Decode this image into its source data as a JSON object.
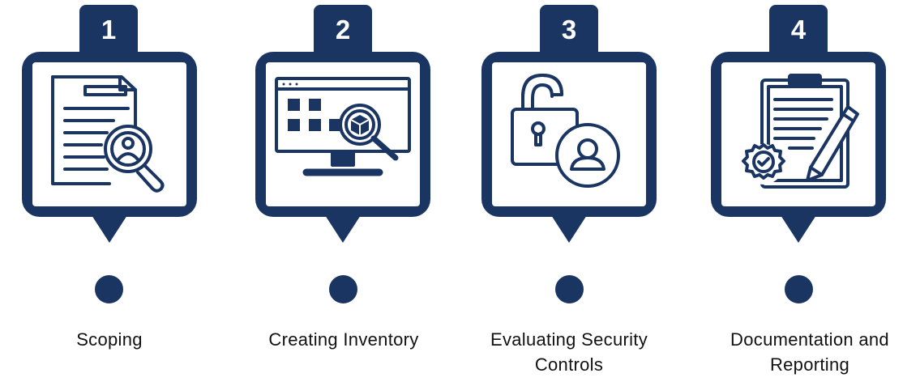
{
  "steps": [
    {
      "number": "1",
      "label": "Scoping",
      "icon": "document-search-user-icon"
    },
    {
      "number": "2",
      "label": "Creating Inventory",
      "icon": "monitor-inventory-search-icon"
    },
    {
      "number": "3",
      "label": "Evaluating Security Controls",
      "icon": "padlock-user-icon"
    },
    {
      "number": "4",
      "label": "Documentation and Reporting",
      "icon": "clipboard-pen-gear-icon"
    }
  ],
  "colors": {
    "primary": "#1b3563",
    "background": "#ffffff",
    "text": "#111111"
  }
}
